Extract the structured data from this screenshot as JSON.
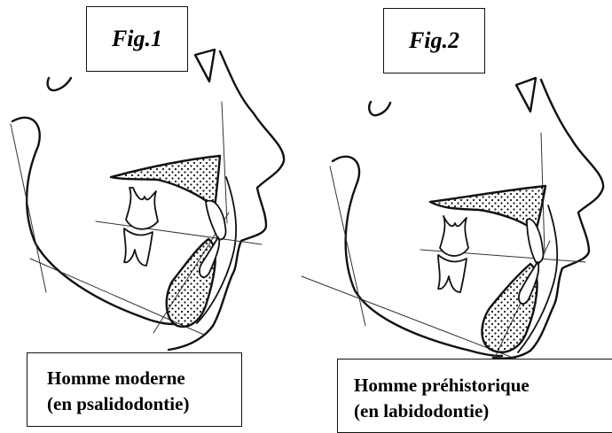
{
  "figures": [
    {
      "label": "Fig.1",
      "caption_line1": "Homme moderne",
      "caption_line2": "(en psalidodontie)"
    },
    {
      "label": "Fig.2",
      "caption_line1": "Homme préhistorique",
      "caption_line2": "(en labidodontie)"
    }
  ],
  "colors": {
    "ink": "#111111",
    "background": "#ffffff"
  }
}
